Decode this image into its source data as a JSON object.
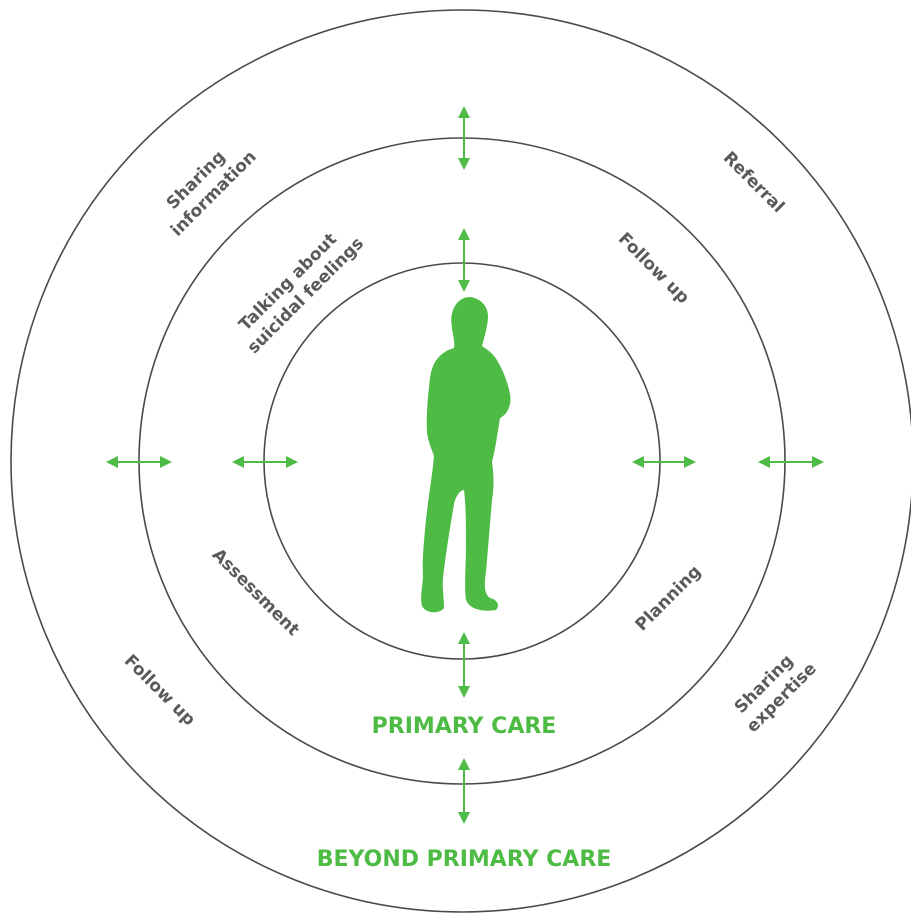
{
  "accent_color": "#4dbb44",
  "ring_color": "#4a4a4a",
  "text_color": "#5a5a5a",
  "center_icon": "person-silhouette",
  "arrow_icon": "double-arrow",
  "inner_ring": {
    "title": "PRIMARY CARE",
    "labels": {
      "talking": [
        "Talking about",
        "suicidal feelings"
      ],
      "follow_up": "Follow up",
      "assessment": "Assessment",
      "planning": "Planning"
    }
  },
  "outer_ring": {
    "title": "BEYOND PRIMARY CARE",
    "labels": {
      "sharing_information": [
        "Sharing",
        "information"
      ],
      "referral": "Referral",
      "follow_up": "Follow up",
      "sharing_expertise": [
        "Sharing",
        "expertise"
      ]
    }
  }
}
